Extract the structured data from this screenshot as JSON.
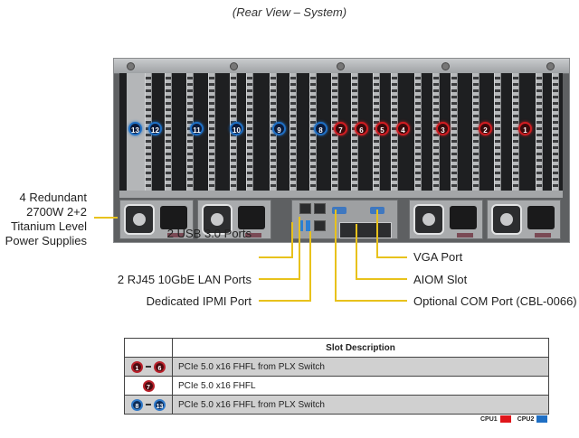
{
  "title": "(Rear View – System)",
  "slot_markers": [
    {
      "label": "13",
      "cpu": "cpu2"
    },
    {
      "label": "12",
      "cpu": "cpu2"
    },
    {
      "label": "11",
      "cpu": "cpu2"
    },
    {
      "label": "10",
      "cpu": "cpu2"
    },
    {
      "label": "9",
      "cpu": "cpu2"
    },
    {
      "label": "8",
      "cpu": "cpu2"
    },
    {
      "label": "7",
      "cpu": "cpu1"
    },
    {
      "label": "6",
      "cpu": "cpu1"
    },
    {
      "label": "5",
      "cpu": "cpu1"
    },
    {
      "label": "4",
      "cpu": "cpu1"
    },
    {
      "label": "3",
      "cpu": "cpu1"
    },
    {
      "label": "2",
      "cpu": "cpu1"
    },
    {
      "label": "1",
      "cpu": "cpu1"
    }
  ],
  "callouts": {
    "psu": "4 Redundant 2700W 2+2 Titanium Level Power Supplies",
    "psu_lines": [
      "4 Redundant",
      "2700W 2+2",
      "Titanium Level",
      "Power Supplies"
    ],
    "usb": "2 USB 3.0 Ports",
    "lan": "2 RJ45 10GbE LAN Ports",
    "ipmi": "Dedicated IPMI Port",
    "vga": "VGA Port",
    "aiom": "AIOM Slot",
    "com": "Optional COM Port (CBL-0066)"
  },
  "table": {
    "header": "Slot Description",
    "rows": [
      {
        "from": "1",
        "to": "6",
        "cpu": "cpu1",
        "description": "PCIe 5.0 x16 FHFL from PLX Switch"
      },
      {
        "from": "7",
        "to": null,
        "cpu": "cpu1",
        "description": "PCIe 5.0 x16 FHFL"
      },
      {
        "from": "8",
        "to": "13",
        "cpu": "cpu2",
        "description": "PCIe 5.0 x16 FHFL from PLX Switch"
      }
    ]
  },
  "legend": [
    {
      "label": "CPU1",
      "color": "#e0161b"
    },
    {
      "label": "CPU2",
      "color": "#1f6fc4"
    }
  ]
}
